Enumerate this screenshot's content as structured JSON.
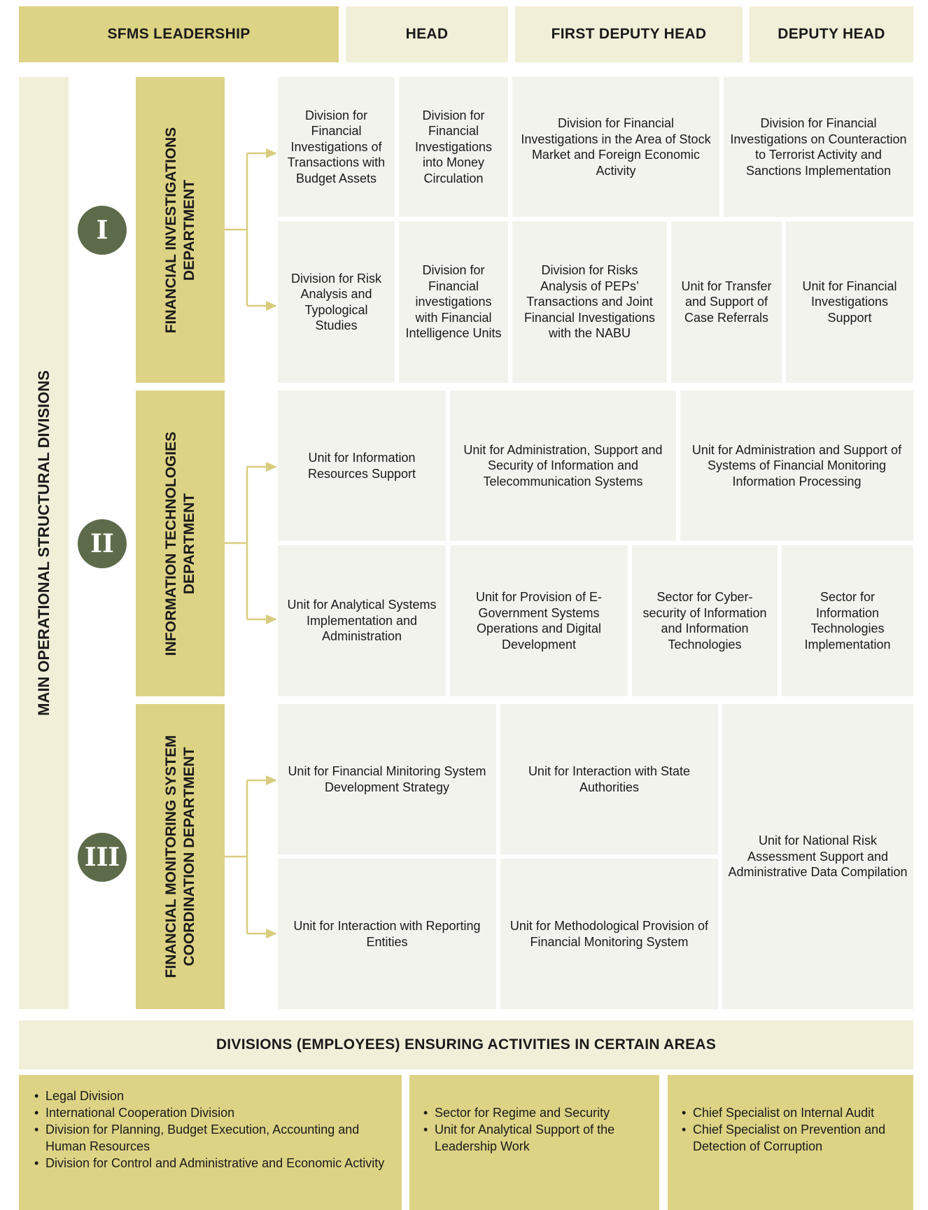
{
  "header": {
    "leadership": "SFMS LEADERSHIP",
    "head": "HEAD",
    "first_deputy": "FIRST DEPUTY HEAD",
    "deputy": "DEPUTY HEAD"
  },
  "main_label": "MAIN OPERATIONAL STRUCTURAL DIVISIONS",
  "departments": [
    {
      "numeral": "I",
      "name": "FINANCIAL INVESTIGATIONS\nDEPARTMENT",
      "row1": [
        "Division for Financial Investigations of Transactions with Budget Assets",
        "Division for Financial Investigations into Money Circulation",
        "Division for Financial Investigations in the Area of Stock Market and Foreign Economic Activity",
        "Division for Financial Investigations on Counteraction to Terrorist Activity and Sanctions Implementation"
      ],
      "row2": [
        "Division for Risk Analysis and Typological Studies",
        "Division for Financial investigations with Financial Intelligence Units",
        "Division for Risks Analysis of PEPs’ Transactions and Joint Financial Investigations with the NABU",
        "Unit for Transfer and Support of Case Referrals",
        "Unit for Financial Investigations Support"
      ]
    },
    {
      "numeral": "II",
      "name": "INFORMATION TECHNOLOGIES\nDEPARTMENT",
      "row1": [
        "Unit for Information Resources Support",
        "Unit for Administration, Support and Security of Information and Telecommunication Systems",
        "Unit for Administration and Support of Systems of Financial Monitoring Information Processing"
      ],
      "row2": [
        "Unit for Analytical Systems Implementation and Administration",
        "Unit for Provision of E-Government Systems Operations and Digital Development",
        "Sector for Cyber-security of Information and Information Technologies",
        "Sector for Information Technologies Implementation"
      ]
    },
    {
      "numeral": "III",
      "name": "FINANCIAL MONITORING SYSTEM\nCOORDINATION DEPARTMENT",
      "row1": [
        "Unit for Financial Minitoring System Development Strategy",
        "Unit for Interaction with State Authorities"
      ],
      "row2": [
        "Unit for Interaction with Reporting Entities",
        "Unit for Methodological Provision of Financial Monitoring System"
      ],
      "spanning": "Unit for National Risk Assessment Support and Administrative Data Compilation"
    }
  ],
  "bottom": {
    "title": "DIVISIONS (EMPLOYEES) ENSURING ACTIVITIES IN CERTAIN AREAS",
    "col1": [
      "Legal Division",
      "International Cooperation Division",
      "Division for Planning, Budget Execution, Accounting and Human Resources",
      "Division for Control and Administrative and Economic Activity"
    ],
    "col2": [
      "Sector for Regime and Security",
      "Unit for Analytical Support of the Leadership Work"
    ],
    "col3": [
      "Chief Specialist on Internal Audit",
      "Chief Specialist on Prevention and Detection of Corruption"
    ]
  },
  "colors": {
    "gold": "#ddd385",
    "cream": "#f2efd9",
    "cell": "#f3f3ee",
    "badge": "#5e6b4a",
    "connector": "#d9cc7e"
  }
}
